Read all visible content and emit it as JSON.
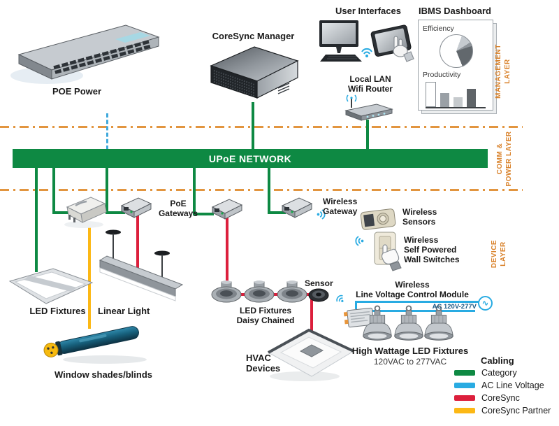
{
  "management_layer": {
    "layer_label": "MANAGEMENT\nLAYER",
    "poe_power": "POE Power",
    "coresync_manager": "CoreSync Manager",
    "user_interfaces": "User Interfaces",
    "ibms_dashboard": "IBMS Dashboard",
    "local_lan": "Local LAN\nWifi Router",
    "dashboard": {
      "efficiency": "Efficiency",
      "productivity": "Productivity",
      "pie_slices": [
        {
          "name": "light-gray",
          "degrees": 38
        },
        {
          "name": "medium-gray",
          "degrees": 14
        },
        {
          "name": "dark-gray",
          "degrees": 86
        },
        {
          "name": "white",
          "degrees": 222
        }
      ],
      "bar_heights_pct": [
        100,
        58,
        40,
        75
      ]
    }
  },
  "network": {
    "upoe_label": "UPoE NETWORK",
    "comm_power_layer_label": "COMM &\nPOWER LAYER"
  },
  "device_layer": {
    "layer_label": "DEVICE\nLAYER",
    "poe_gateways": "PoE\nGateways",
    "wireless_gateway": "Wireless\nGateway",
    "wireless_sensors": "Wireless\nSensors",
    "wall_switches": "Wireless\nSelf Powered\nWall Switches",
    "led_fixtures": "LED Fixtures",
    "linear_light": "Linear Light",
    "window_shades": "Window shades/blinds",
    "daisy_chained": "LED Fixtures\nDaisy Chained",
    "sensor": "Sensor",
    "hvac": "HVAC\nDevices",
    "wlvcm": "Wireless\nLine Voltage Control Module",
    "ac_range": "AC 120V-277V",
    "high_wattage": "High Wattage LED Fixtures",
    "high_wattage_sub": "120VAC to 277VAC",
    "ac_source_glyph": "∿"
  },
  "legend": {
    "title": "Cabling",
    "items": [
      {
        "label": "Category",
        "color": "#0e8943"
      },
      {
        "label": "AC Line Voltage",
        "color": "#29abe2"
      },
      {
        "label": "CoreSync",
        "color": "#dc1f3c"
      },
      {
        "label": "CoreSync Partner",
        "color": "#fcb815"
      }
    ]
  },
  "colors": {
    "category_green": "#0e8943",
    "ac_blue": "#29abe2",
    "coresync_red": "#dc1f3c",
    "partner_yellow": "#fcb815",
    "layer_orange": "#d9822b"
  }
}
